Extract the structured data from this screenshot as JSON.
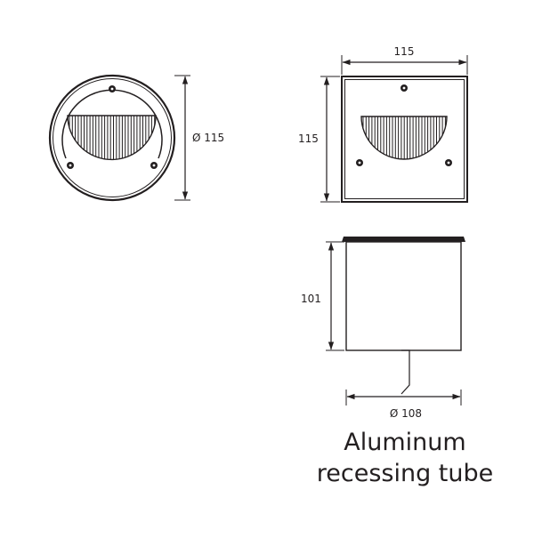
{
  "dimensions": {
    "round_diameter": "Ø 115",
    "square_width": "115",
    "square_height": "115",
    "tube_height": "101",
    "tube_diameter": "Ø 108"
  },
  "caption": {
    "line1": "Aluminum",
    "line2": "recessing tube"
  },
  "colors": {
    "line": "#231f20",
    "background": "#ffffff"
  }
}
